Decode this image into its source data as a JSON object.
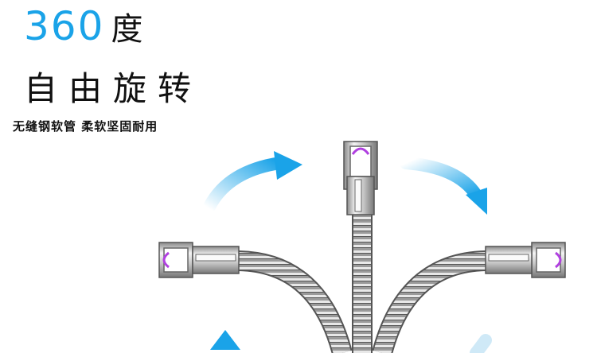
{
  "headline": {
    "number": "360",
    "unit": "度"
  },
  "subtitle": "自由旋转",
  "tagline": "无缝钢软管 柔软坚固耐用",
  "colors": {
    "accent": "#1aa3e8",
    "text": "#111111",
    "glow": "#b040e0"
  },
  "icons": [
    "rotate-arrow-icon",
    "lighter-head-icon",
    "gooseneck-hose-icon"
  ]
}
